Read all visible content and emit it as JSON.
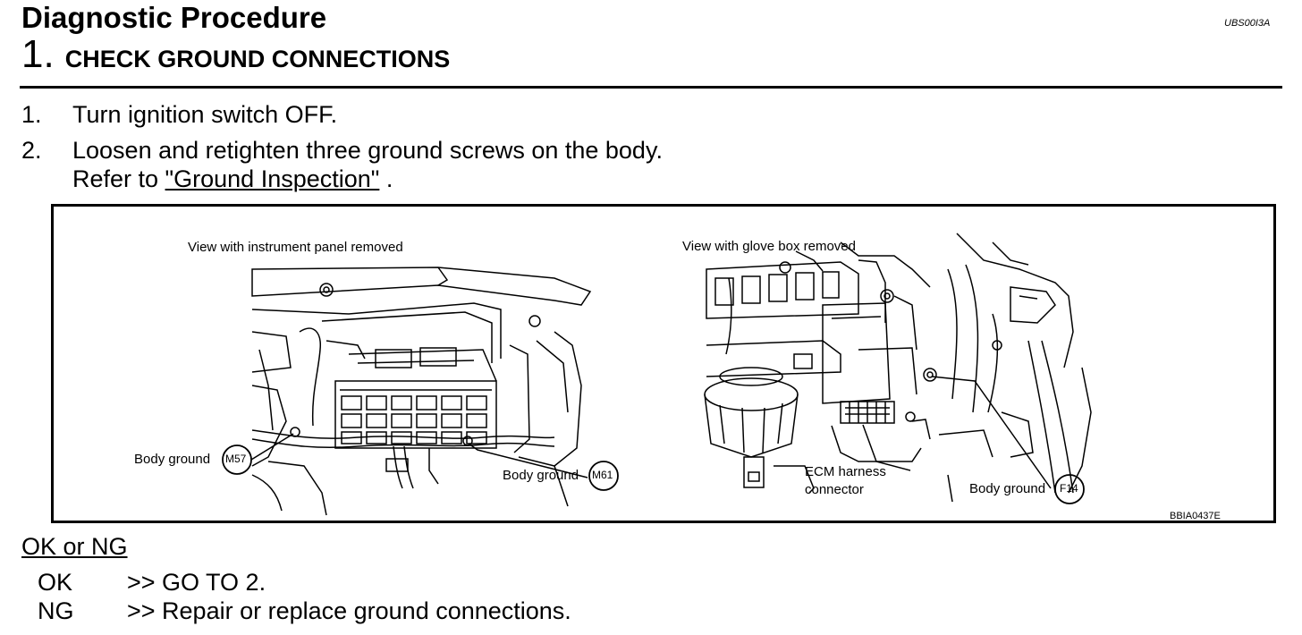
{
  "header": {
    "title": "Diagnostic Procedure",
    "doc_id": "UBS00I3A",
    "step_number": "1.",
    "step_title": "CHECK GROUND CONNECTIONS"
  },
  "steps": [
    {
      "num": "1.",
      "text": "Turn ignition switch OFF."
    },
    {
      "num": "2.",
      "text": "Loosen and retighten three ground screws on the body.",
      "ref_prefix": "Refer to ",
      "ref_link": "\"Ground Inspection\"",
      "ref_suffix": " ."
    }
  ],
  "figure": {
    "left_caption": "View with instrument panel removed",
    "right_caption": "View with glove box removed",
    "label_m57": "Body ground",
    "badge_m57": "M57",
    "label_m61": "Body ground",
    "badge_m61": "M61",
    "label_ecm_1": "ECM harness",
    "label_ecm_2": "connector",
    "label_f14": "Body ground",
    "badge_f14": "F14",
    "figure_id": "BBIA0437E"
  },
  "result": {
    "heading": "OK or NG",
    "rows": [
      {
        "key": "OK",
        "value": ">> GO TO 2."
      },
      {
        "key": "NG",
        "value": ">> Repair or replace ground connections."
      }
    ]
  }
}
